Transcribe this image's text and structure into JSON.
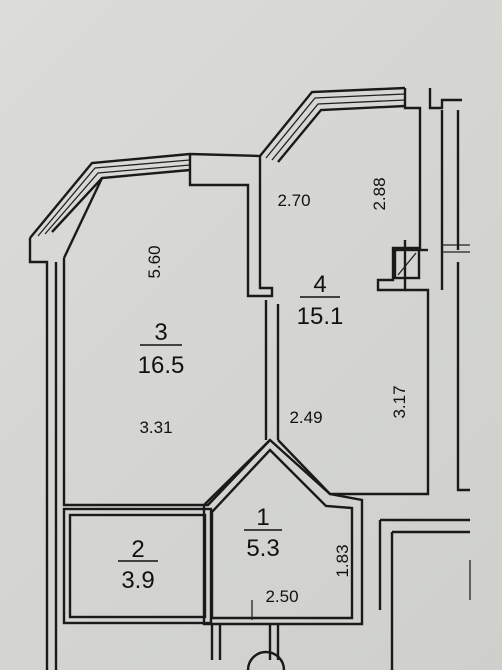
{
  "rooms": [
    {
      "id": "3",
      "area": "16.5"
    },
    {
      "id": "4",
      "area": "15.1"
    },
    {
      "id": "2",
      "area": "3.9"
    },
    {
      "id": "1",
      "area": "5.3"
    }
  ],
  "dimensions": {
    "room3_length": "5.60",
    "room3_width": "3.31",
    "room4_top": "2.70",
    "room4_right_upper": "2.88",
    "room4_left": "2.49",
    "room4_right_lower": "3.17",
    "room1_side": "1.83",
    "room1_bottom": "2.50"
  }
}
